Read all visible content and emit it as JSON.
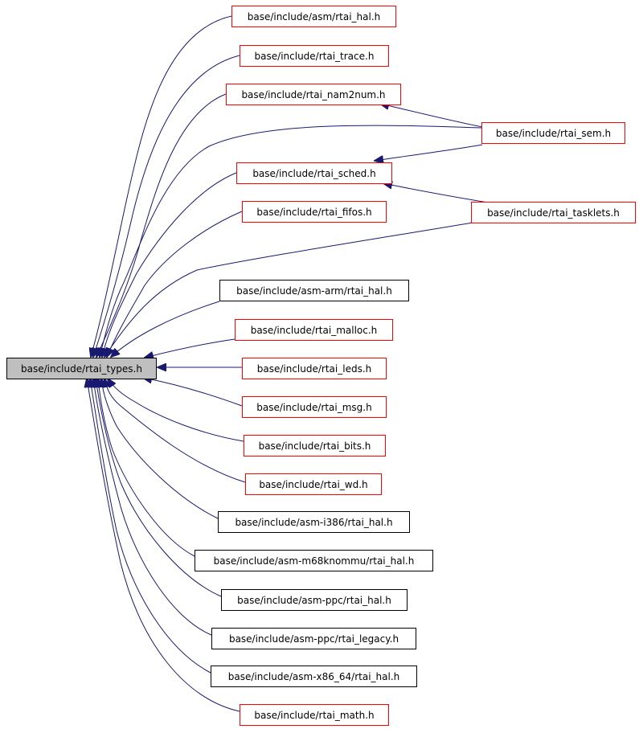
{
  "graph": {
    "root": {
      "label": "base/include/rtai_types.h",
      "fill": "#bfbfbf"
    },
    "edge_color": "#191970",
    "nodes": [
      {
        "id": "asm_hal",
        "label": "base/include/asm/rtai_hal.h",
        "border": "#ff0000"
      },
      {
        "id": "trace",
        "label": "base/include/rtai_trace.h",
        "border": "#ff0000"
      },
      {
        "id": "nam2num",
        "label": "base/include/rtai_nam2num.h",
        "border": "#ff0000"
      },
      {
        "id": "sem",
        "label": "base/include/rtai_sem.h",
        "border": "#ff0000"
      },
      {
        "id": "sched",
        "label": "base/include/rtai_sched.h",
        "border": "#ff0000"
      },
      {
        "id": "tasklets",
        "label": "base/include/rtai_tasklets.h",
        "border": "#ff0000"
      },
      {
        "id": "fifos",
        "label": "base/include/rtai_fifos.h",
        "border": "#ff0000"
      },
      {
        "id": "arm_hal",
        "label": "base/include/asm-arm/rtai_hal.h",
        "border": "#000000"
      },
      {
        "id": "malloc",
        "label": "base/include/rtai_malloc.h",
        "border": "#ff0000"
      },
      {
        "id": "leds",
        "label": "base/include/rtai_leds.h",
        "border": "#ff0000"
      },
      {
        "id": "msg",
        "label": "base/include/rtai_msg.h",
        "border": "#ff0000"
      },
      {
        "id": "bits",
        "label": "base/include/rtai_bits.h",
        "border": "#ff0000"
      },
      {
        "id": "wd",
        "label": "base/include/rtai_wd.h",
        "border": "#ff0000"
      },
      {
        "id": "i386_hal",
        "label": "base/include/asm-i386/rtai_hal.h",
        "border": "#000000"
      },
      {
        "id": "m68k_hal",
        "label": "base/include/asm-m68knommu/rtai_hal.h",
        "border": "#000000"
      },
      {
        "id": "ppc_hal",
        "label": "base/include/asm-ppc/rtai_hal.h",
        "border": "#000000"
      },
      {
        "id": "ppc_legacy",
        "label": "base/include/asm-ppc/rtai_legacy.h",
        "border": "#000000"
      },
      {
        "id": "x86_64_hal",
        "label": "base/include/asm-x86_64/rtai_hal.h",
        "border": "#000000"
      },
      {
        "id": "math",
        "label": "base/include/rtai_math.h",
        "border": "#ff0000"
      }
    ],
    "edges": [
      {
        "from": "asm_hal",
        "to": "rtai_types"
      },
      {
        "from": "trace",
        "to": "rtai_types"
      },
      {
        "from": "nam2num",
        "to": "rtai_types"
      },
      {
        "from": "sem",
        "to": "rtai_types"
      },
      {
        "from": "sched",
        "to": "rtai_types"
      },
      {
        "from": "tasklets",
        "to": "rtai_types"
      },
      {
        "from": "fifos",
        "to": "rtai_types"
      },
      {
        "from": "arm_hal",
        "to": "rtai_types"
      },
      {
        "from": "malloc",
        "to": "rtai_types"
      },
      {
        "from": "leds",
        "to": "rtai_types"
      },
      {
        "from": "msg",
        "to": "rtai_types"
      },
      {
        "from": "bits",
        "to": "rtai_types"
      },
      {
        "from": "wd",
        "to": "rtai_types"
      },
      {
        "from": "i386_hal",
        "to": "rtai_types"
      },
      {
        "from": "m68k_hal",
        "to": "rtai_types"
      },
      {
        "from": "ppc_hal",
        "to": "rtai_types"
      },
      {
        "from": "ppc_legacy",
        "to": "rtai_types"
      },
      {
        "from": "x86_64_hal",
        "to": "rtai_types"
      },
      {
        "from": "math",
        "to": "rtai_types"
      },
      {
        "from": "sem",
        "to": "nam2num"
      },
      {
        "from": "sem",
        "to": "sched"
      },
      {
        "from": "tasklets",
        "to": "sched"
      }
    ]
  }
}
